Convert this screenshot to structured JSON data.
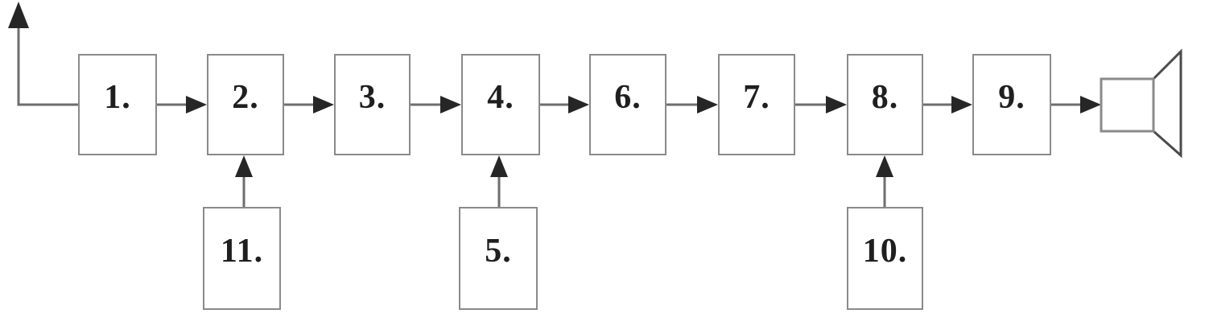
{
  "diagram": {
    "type": "block-diagram",
    "description": "Receiver signal chain: antenna input feeds a row of numbered processing blocks ending in a loudspeaker; three auxiliary blocks feed up into the chain.",
    "background_color": "#ffffff",
    "colors": {
      "box_border": "#8a8a8a",
      "connector_line": "#6e6e6e",
      "arrowhead": "#262626",
      "label_text": "#1f1f1f"
    },
    "nodes": [
      {
        "id": "1",
        "label": "1.",
        "row": "top"
      },
      {
        "id": "2",
        "label": "2.",
        "row": "top"
      },
      {
        "id": "3",
        "label": "3.",
        "row": "top"
      },
      {
        "id": "4",
        "label": "4.",
        "row": "top"
      },
      {
        "id": "6",
        "label": "6.",
        "row": "top"
      },
      {
        "id": "7",
        "label": "7.",
        "row": "top"
      },
      {
        "id": "8",
        "label": "8.",
        "row": "top"
      },
      {
        "id": "9",
        "label": "9.",
        "row": "top"
      },
      {
        "id": "11",
        "label": "11.",
        "row": "bottom"
      },
      {
        "id": "5",
        "label": "5.",
        "row": "bottom"
      },
      {
        "id": "10",
        "label": "10.",
        "row": "bottom"
      }
    ],
    "icons": [
      {
        "name": "antenna-icon",
        "meaning": "signal input antenna with upward arrow"
      },
      {
        "name": "loudspeaker-icon",
        "meaning": "audio output loudspeaker"
      }
    ],
    "edges": [
      {
        "from": "antenna",
        "to": "1",
        "arrowhead": false
      },
      {
        "from": "1",
        "to": "2",
        "arrowhead": true
      },
      {
        "from": "2",
        "to": "3",
        "arrowhead": true
      },
      {
        "from": "3",
        "to": "4",
        "arrowhead": true
      },
      {
        "from": "4",
        "to": "6",
        "arrowhead": true
      },
      {
        "from": "6",
        "to": "7",
        "arrowhead": true
      },
      {
        "from": "7",
        "to": "8",
        "arrowhead": true
      },
      {
        "from": "8",
        "to": "9",
        "arrowhead": true
      },
      {
        "from": "9",
        "to": "loudspeaker",
        "arrowhead": true
      },
      {
        "from": "11",
        "to": "2",
        "arrowhead": true
      },
      {
        "from": "5",
        "to": "4",
        "arrowhead": true
      },
      {
        "from": "10",
        "to": "8",
        "arrowhead": true
      }
    ]
  }
}
